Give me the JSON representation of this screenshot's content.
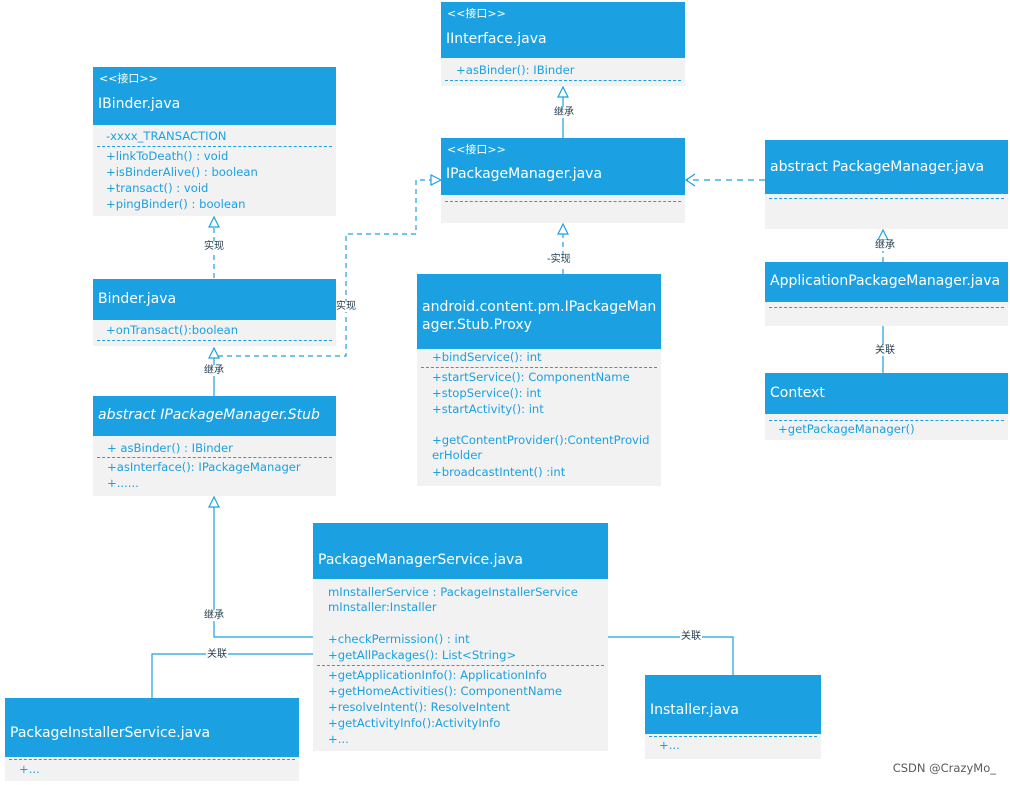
{
  "boxes": {
    "iinterface": {
      "stereotype": "<<接口>>",
      "title": "IInterface.java",
      "members": [
        "+asBinder(): IBinder"
      ]
    },
    "ibinder": {
      "stereotype": "<<接口>>",
      "title": "IBinder.java",
      "fields": [
        "-xxxx_TRANSACTION"
      ],
      "methods": [
        "+linkToDeath() : void",
        "+isBinderAlive() : boolean",
        "+transact() : void",
        "+pingBinder() : boolean"
      ]
    },
    "ipm": {
      "stereotype": "<<接口>>",
      "title": "IPackageManager.java"
    },
    "apm": {
      "title": "abstract PackageManager.java"
    },
    "binder": {
      "title": "Binder.java",
      "members": [
        "+onTransact():boolean"
      ]
    },
    "proxy": {
      "title": "android.content.pm.IPackageManager.Stub.Proxy",
      "fields": [
        "+bindService(): int"
      ],
      "methods": [
        "+startService(): ComponentName",
        "+stopService(): int",
        "+startActivity(): int",
        "",
        "+getContentProvider():ContentProviderHolder",
        "+broadcastIntent() :int"
      ]
    },
    "appm": {
      "title": "ApplicationPackageManager.java"
    },
    "context": {
      "title": "Context",
      "members": [
        "+getPackageManager()"
      ]
    },
    "stub": {
      "title": "abstract IPackageManager.Stub",
      "fields": [
        "+ asBinder() : IBinder"
      ],
      "methods": [
        "+asInterface(): IPackageManager",
        "+......"
      ]
    },
    "pms": {
      "title": "PackageManagerService.java",
      "fields": [
        "mInstallerService : PackageInstallerService",
        "mInstaller:Installer",
        "",
        "+checkPermission() : int",
        "+getAllPackages(): List<String>"
      ],
      "methods": [
        "+getApplicationInfo(): ApplicationInfo",
        "+getHomeActivities(): ComponentName",
        "+resolveIntent(): ResolveIntent",
        "+getActivityInfo():ActivityInfo",
        "+..."
      ]
    },
    "installer": {
      "title": "Installer.java",
      "members": [
        "+..."
      ]
    },
    "pis": {
      "title": "PackageInstallerService.java",
      "members": [
        "+..."
      ]
    }
  },
  "connectors": {
    "ipm_iinterface": "继承",
    "binder_ibinder": "实现",
    "binder_ipm": "实现",
    "proxy_ipm": "-实现",
    "appm_apm": "继承",
    "context_appm": "关联",
    "stub_binder": "继承",
    "pms_stub": "继承",
    "pms_pis": "关联",
    "pms_installer": "关联"
  },
  "watermark": "CSDN @CrazyMo_",
  "colors": {
    "header": "#1ba1e2",
    "body": "#f2f2f2",
    "member_text": "#1ba1e2",
    "connector": "#1ba1e2"
  }
}
